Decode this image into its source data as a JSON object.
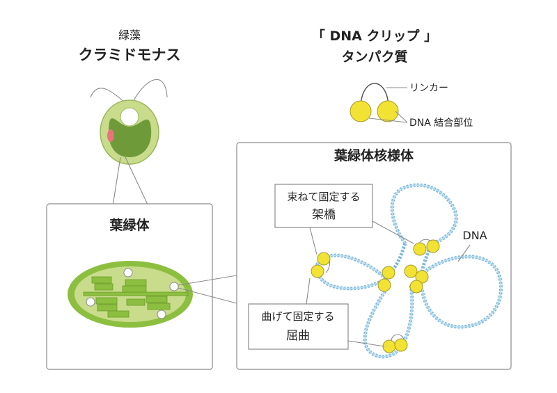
{
  "organism": {
    "category": "緑藻",
    "name": "クラミドモナス"
  },
  "protein": {
    "title_line1": "「 DNA クリップ 」",
    "title_line2": "タンパク質",
    "linker_label": "リンカー",
    "binding_label": "DNA 結合部位"
  },
  "chloroplast": {
    "title": "葉緑体"
  },
  "nucleoid": {
    "title": "葉緑体核様体",
    "bundle_label_line1": "束ねて固定する",
    "bundle_label_line2": "架橋",
    "bend_label_line1": "曲げて固定する",
    "bend_label_line2": "屈曲",
    "dna_label": "DNA"
  },
  "colors": {
    "cell_green": "#c8dc8c",
    "chloroplast_dark": "#6e9a3a",
    "eyespot": "#e8737a",
    "clip_yellow": "#f2e233",
    "dna_blue": "#7ab8dc",
    "panel_border": "#8a8a8a"
  }
}
